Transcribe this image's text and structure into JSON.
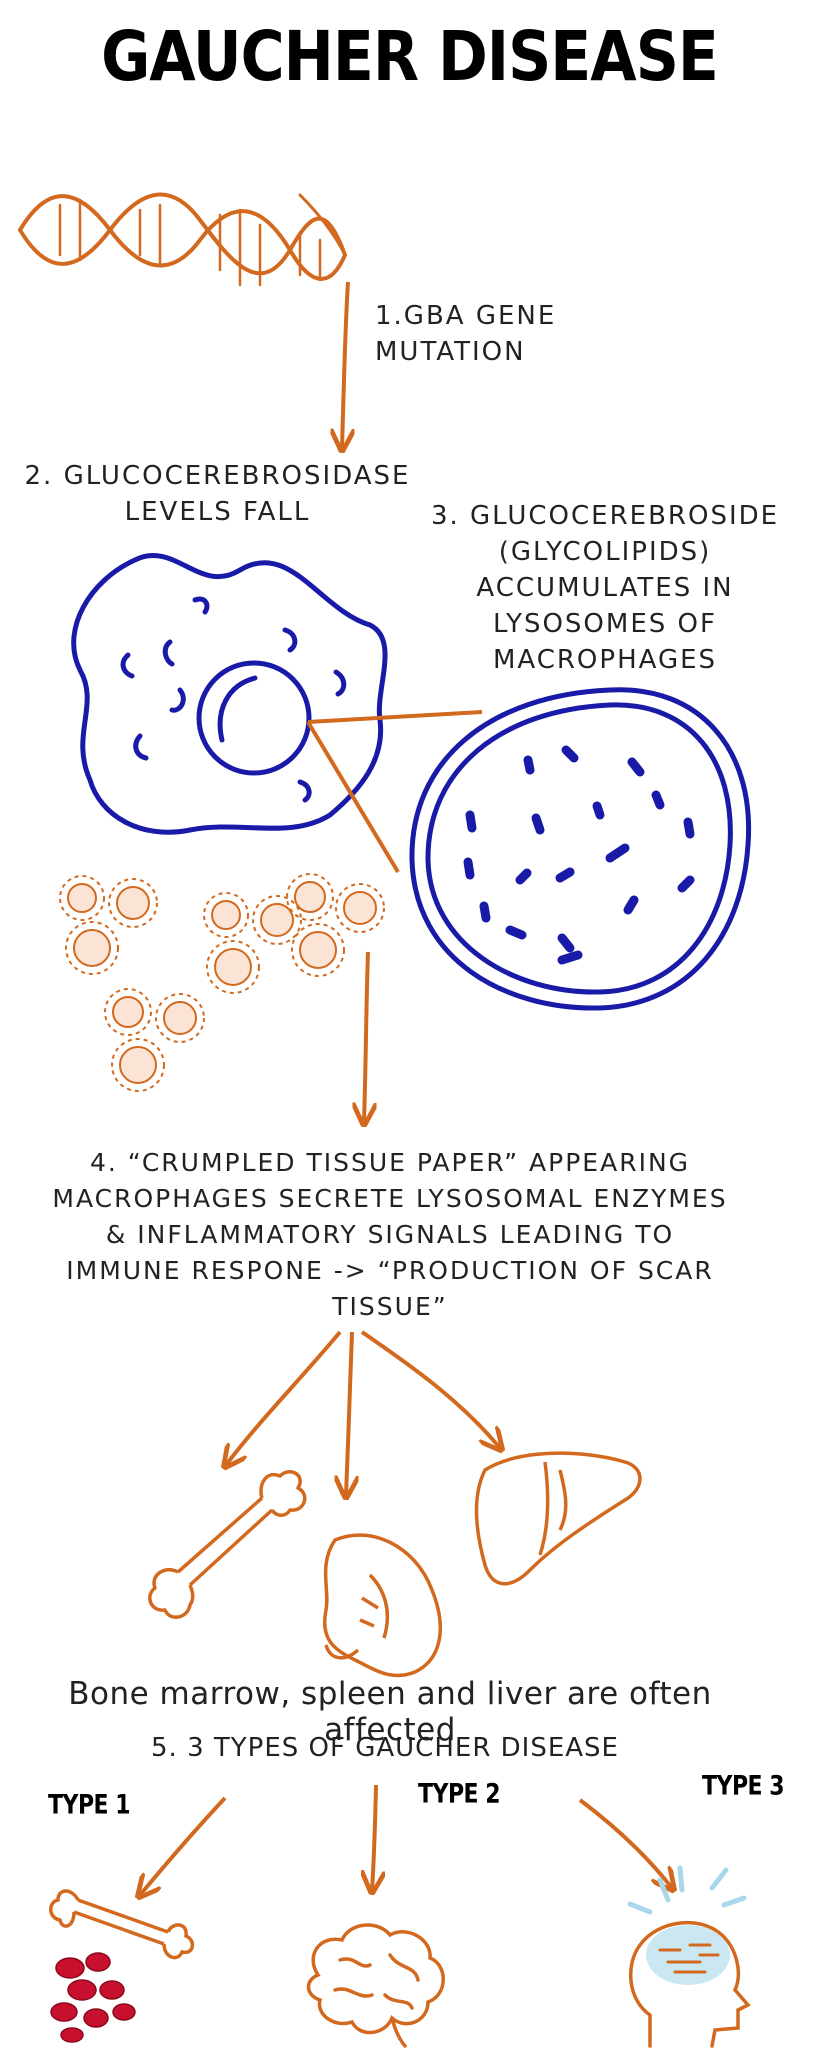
{
  "title": "GAUCHER DISEASE",
  "steps": {
    "step1": "1.GBA GENE MUTATION",
    "step2_line1": "2. GLUCOCEREBROSIDASE",
    "step2_line2": "LEVELS FALL",
    "step3_line1": "3. GLUCOCEREBROSIDE",
    "step3_line2": "(GLYCOLIPIDS)",
    "step3_line3": "ACCUMULATES IN",
    "step3_line4": "LYSOSOMES OF",
    "step3_line5": "MACROPHAGES",
    "step4_line1": "4. “CRUMPLED TISSUE PAPER” APPEARING",
    "step4_line2": "MACROPHAGES SECRETE LYSOSOMAL ENZYMES",
    "step4_line3": "& INFLAMMATORY SIGNALS LEADING TO",
    "step4_line4": "IMMUNE RESPONE -> “PRODUCTION OF SCAR",
    "step4_line5": "TISSUE”",
    "organs_caption": "Bone marrow, spleen and liver are often affected",
    "step5": "5. 3 TYPES OF GAUCHER DISEASE"
  },
  "types": {
    "type1": "TYPE 1",
    "type2": "TYPE 2",
    "type3": "TYPE 3"
  },
  "colors": {
    "orange": "#d2691e",
    "blue": "#1a1aa8",
    "red": "#c8102e",
    "light_blue": "#a9d8ea"
  },
  "icons": [
    "dna-icon",
    "macrophage-cell-icon",
    "lysosome-icon",
    "macrophage-cluster-icon",
    "bone-icon",
    "spleen-icon",
    "liver-icon",
    "red-blood-cells-icon",
    "brain-icon",
    "head-brain-icon"
  ]
}
